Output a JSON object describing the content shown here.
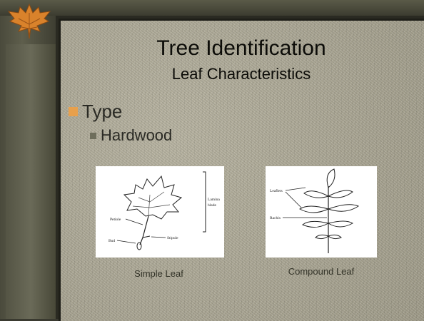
{
  "slide": {
    "title": "Tree Identification",
    "subtitle": "Leaf Characteristics",
    "bullets": {
      "level1": "Type",
      "level2": "Hardwood"
    },
    "figures": {
      "simple": {
        "caption": "Simple Leaf",
        "labels": {
          "lamina": "Lamina",
          "blade": "blade",
          "petiole": "Petiole",
          "stipule": "Stipule",
          "bud": "Bud"
        }
      },
      "compound": {
        "caption": "Compound Leaf",
        "labels": {
          "leaflets": "Leaflets",
          "rachis": "Rachis"
        }
      }
    }
  },
  "colors": {
    "bullet_level1": "#e8a04c",
    "bullet_level2": "#6e6e5c",
    "slide_texture": "#aeaa98",
    "frame": "#2a2a22"
  },
  "icons": {
    "logo": "maple-leaf-icon"
  }
}
